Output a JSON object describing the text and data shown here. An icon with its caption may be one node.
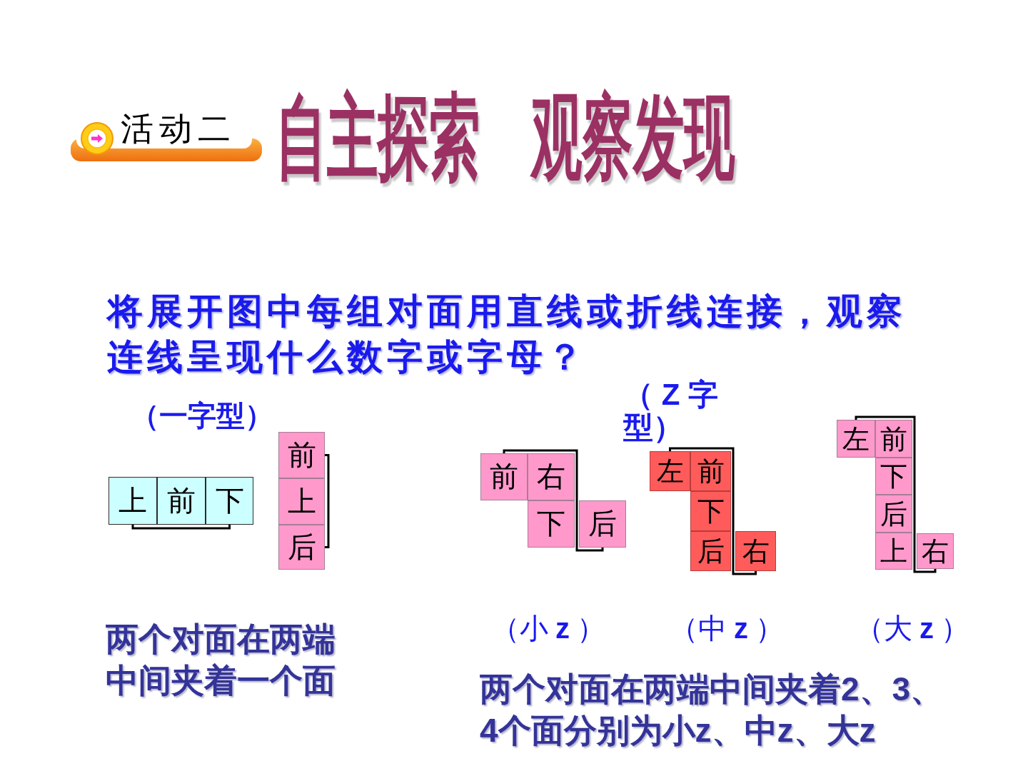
{
  "diagram": {
    "title": "自主探索　观察发现",
    "nodes": [
      {
        "text": [
          "活动二"
        ]
      },
      {
        "text": [
          "上"
        ]
      },
      {
        "text": [
          "前"
        ]
      },
      {
        "text": [
          "下"
        ]
      },
      {
        "text": [
          "前"
        ]
      },
      {
        "text": [
          "上"
        ]
      },
      {
        "text": [
          "后"
        ]
      },
      {
        "text": [
          "前"
        ]
      },
      {
        "text": [
          "右"
        ]
      },
      {
        "text": [
          "下"
        ]
      },
      {
        "text": [
          "后"
        ]
      },
      {
        "text": [
          "左"
        ]
      },
      {
        "text": [
          "前"
        ]
      },
      {
        "text": [
          "下"
        ]
      },
      {
        "text": [
          "后"
        ]
      },
      {
        "text": [
          "右"
        ]
      },
      {
        "text": [
          "左"
        ]
      },
      {
        "text": [
          "前"
        ]
      },
      {
        "text": [
          "下"
        ]
      },
      {
        "text": [
          "后"
        ]
      },
      {
        "text": [
          "上"
        ]
      },
      {
        "text": [
          "右"
        ]
      }
    ],
    "edges": [
      {
        "from": 1,
        "to": 3,
        "arrow": "none"
      },
      {
        "from": 4,
        "to": 6,
        "arrow": "none"
      },
      {
        "from": 7,
        "to": 10,
        "arrow": "none"
      },
      {
        "from": 11,
        "to": 15,
        "arrow": "none"
      },
      {
        "from": 16,
        "to": 21,
        "arrow": "none"
      }
    ],
    "labels": [
      "将展开图中每组对面用直线或折线连接，观察连线呈现什么数字或字母？",
      "（一字型）",
      "（ Z 字型）",
      "（小 **z** ）",
      "（中 **z** ）",
      "（大 **z** ）",
      "两个对面在两端中间夹着一个面",
      "两个对面在两端中间夹着2、3、4个面分别为小z、中z、大z"
    ]
  }
}
